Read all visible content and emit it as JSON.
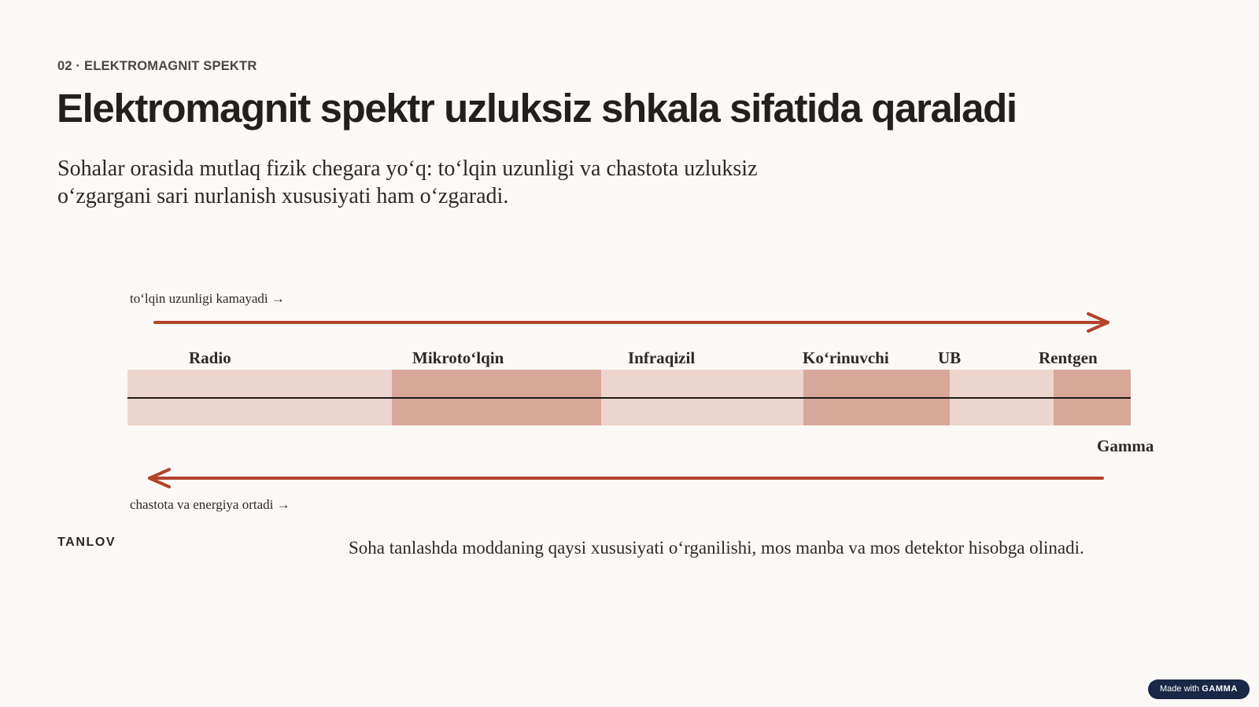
{
  "eyebrow": "02 · ELEKTROMAGNIT SPEKTR",
  "title": "Elektromagnit spektr uzluksiz shkala sifatida qaraladi",
  "subtitle": "Sohalar orasida mutlaq fizik chegara yoʻq: toʻlqin uzunligi va chastota uzluksiz oʻzgargani sari nurlanish xususiyati ham oʻzgaradi.",
  "diagram": {
    "top_note": "toʻlqin uzunligi kamayadi →",
    "bottom_note": "chastota va energiya ortadi →",
    "bands": {
      "radio": "Radio",
      "microwave": "Mikrotoʻlqin",
      "infrared": "Infraqizil",
      "visible": "Koʻrinuvchi",
      "uv": "UB",
      "xray": "Rentgen",
      "gamma": "Gamma"
    },
    "colors": {
      "arrow": "#b4432c",
      "band_light": "#ecd5ce",
      "band_dark": "#d7a79a",
      "axis": "#1e1a18"
    }
  },
  "tag": "TANLOV",
  "conclusion": "Soha tanlashda moddaning qaysi xususiyati oʻrganilishi, mos manba va mos detektor hisobga olinadi.",
  "badge": {
    "prefix": "Made with",
    "brand": "GAMMA"
  }
}
